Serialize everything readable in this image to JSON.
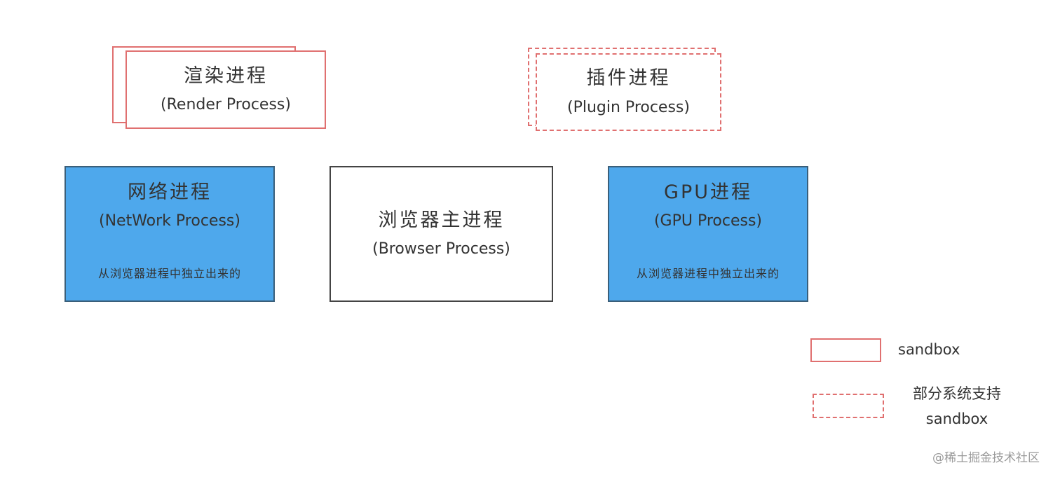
{
  "colors": {
    "sandbox_border": "#e07070",
    "blue_fill": "#4ea8ec",
    "blue_border": "#3a5f7a",
    "browser_border": "#444444"
  },
  "render_process": {
    "title_zh": "渲染进程",
    "title_en": "(Render Process)"
  },
  "plugin_process": {
    "title_zh": "插件进程",
    "title_en": "(Plugin Process)"
  },
  "network_process": {
    "title_zh": "网络进程",
    "title_en": "(NetWork Process)",
    "note": "从浏览器进程中独立出来的"
  },
  "browser_process": {
    "title_zh": "浏览器主进程",
    "title_en": "(Browser Process)"
  },
  "gpu_process": {
    "title_zh": "GPU进程",
    "title_en": "(GPU Process)",
    "note": "从浏览器进程中独立出来的"
  },
  "legend": {
    "sandbox_label": "sandbox",
    "partial_label_line1": "部分系统支持",
    "partial_label_line2": "sandbox"
  },
  "watermark": "@稀土掘金技术社区"
}
